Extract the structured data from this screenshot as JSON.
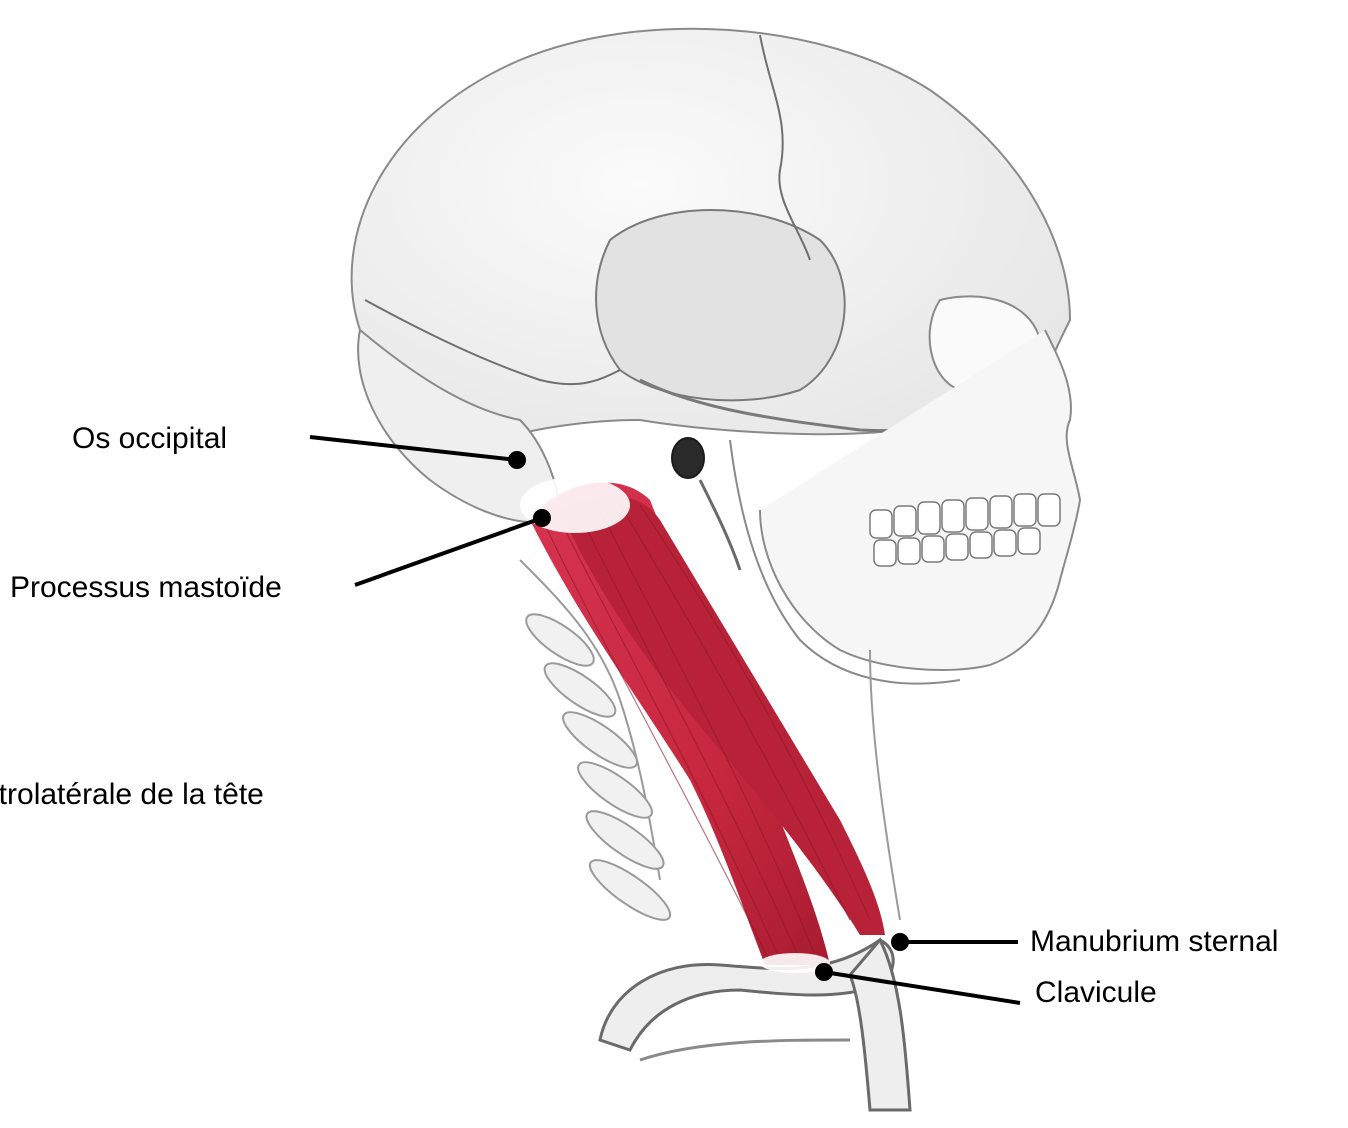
{
  "labels": {
    "occipital": "Os occipital",
    "mastoid": "Processus mastoïde",
    "rotation": "ntrolatérale de la tête",
    "manubrium": "Manubrium sternal",
    "clavicle": "Clavicule"
  },
  "colors": {
    "muscle": "#c8283f",
    "muscle_dark": "#8f1727",
    "bone_outline": "#9a9a9a",
    "bone_fill": "#f4f4f4",
    "leader_line": "#000000"
  }
}
